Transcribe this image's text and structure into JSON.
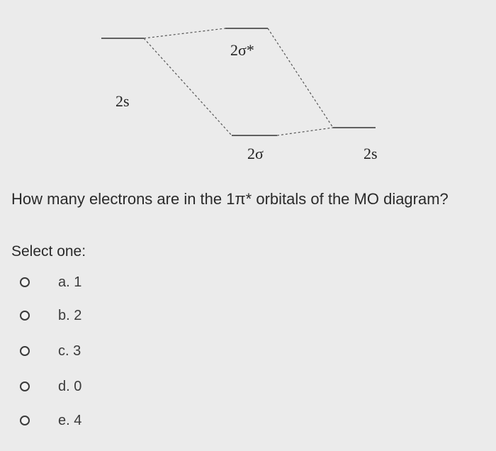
{
  "diagram": {
    "left_ao_label": "2s",
    "right_ao_label": "2s",
    "antibonding_label": "2σ*",
    "bonding_label": "2σ"
  },
  "question": {
    "text": "How many electrons are in the 1π* orbitals of the MO diagram?"
  },
  "prompt": {
    "select_label": "Select one:"
  },
  "options": [
    {
      "label": "a. 1"
    },
    {
      "label": "b. 2"
    },
    {
      "label": "c. 3"
    },
    {
      "label": "d. 0"
    },
    {
      "label": "e. 4"
    }
  ]
}
